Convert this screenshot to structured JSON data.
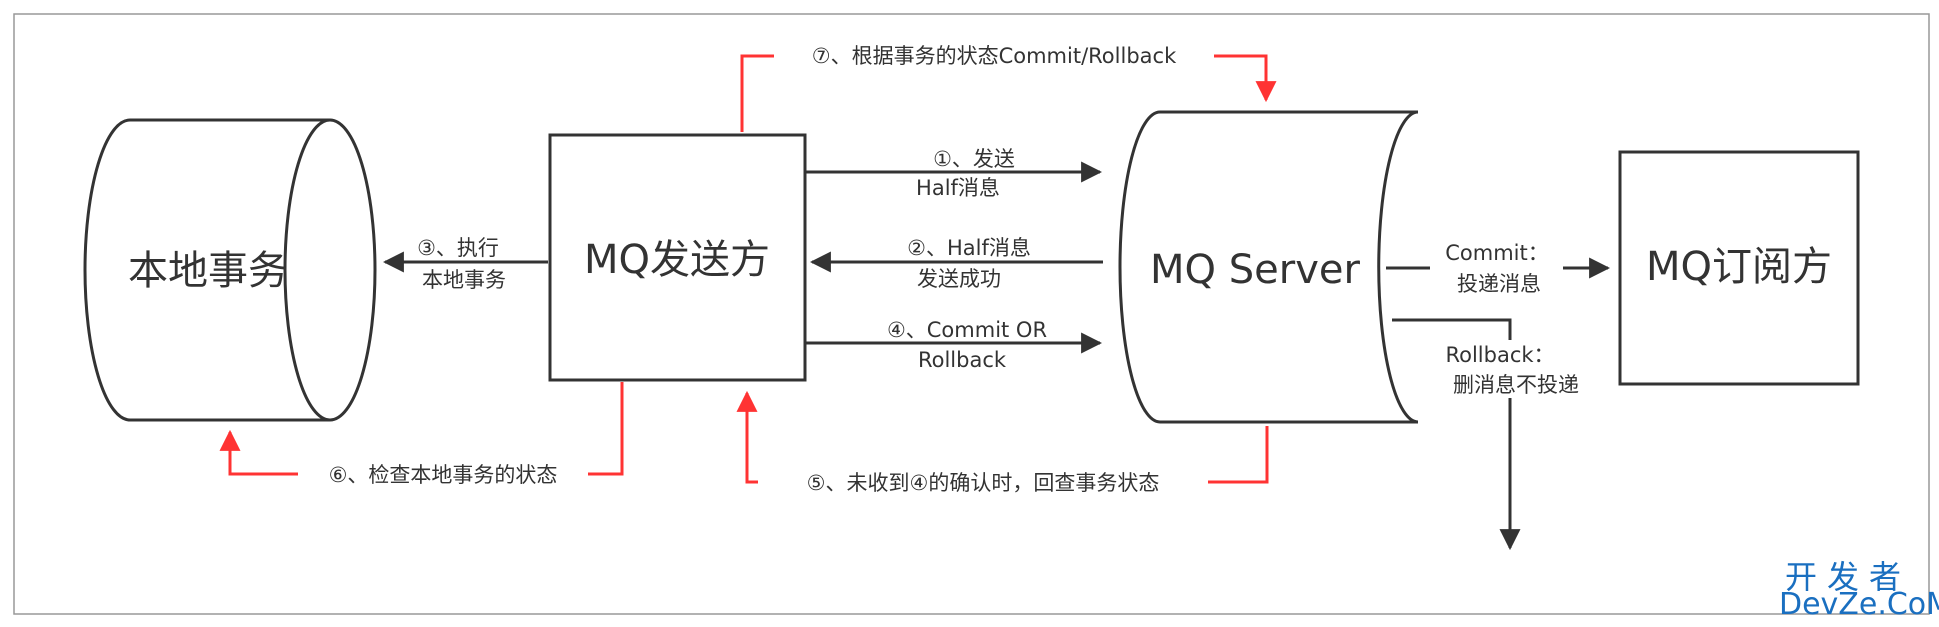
{
  "colors": {
    "line": "#333333",
    "accent": "#ff3333",
    "frame": "#999999",
    "watermark": "#1a6fc0"
  },
  "nodes": {
    "local_tx": "本地事务",
    "producer": "MQ发送方",
    "server": "MQ Server",
    "consumer": "MQ订阅方"
  },
  "edges": {
    "send_half_1": "①、发送",
    "send_half_2": "Half消息",
    "half_ok_1": "②、Half消息",
    "half_ok_2": "发送成功",
    "exec_local_1": "③、执行",
    "exec_local_2": "本地事务",
    "commit_or_rb_1": "④、Commit OR",
    "commit_or_rb_2": "Rollback",
    "check_back": "⑤、未收到④的确认时，回查事务状态",
    "check_local": "⑥、检查本地事务的状态",
    "commit_rb_by_state": "⑦、根据事务的状态Commit/Rollback",
    "commit_deliver_1": "Commit：",
    "commit_deliver_2": "投递消息",
    "rollback_drop_1": "Rollback：",
    "rollback_drop_2": "删消息不投递"
  },
  "watermark": {
    "line1": "开发者",
    "line2": "DevZe.CoM"
  }
}
